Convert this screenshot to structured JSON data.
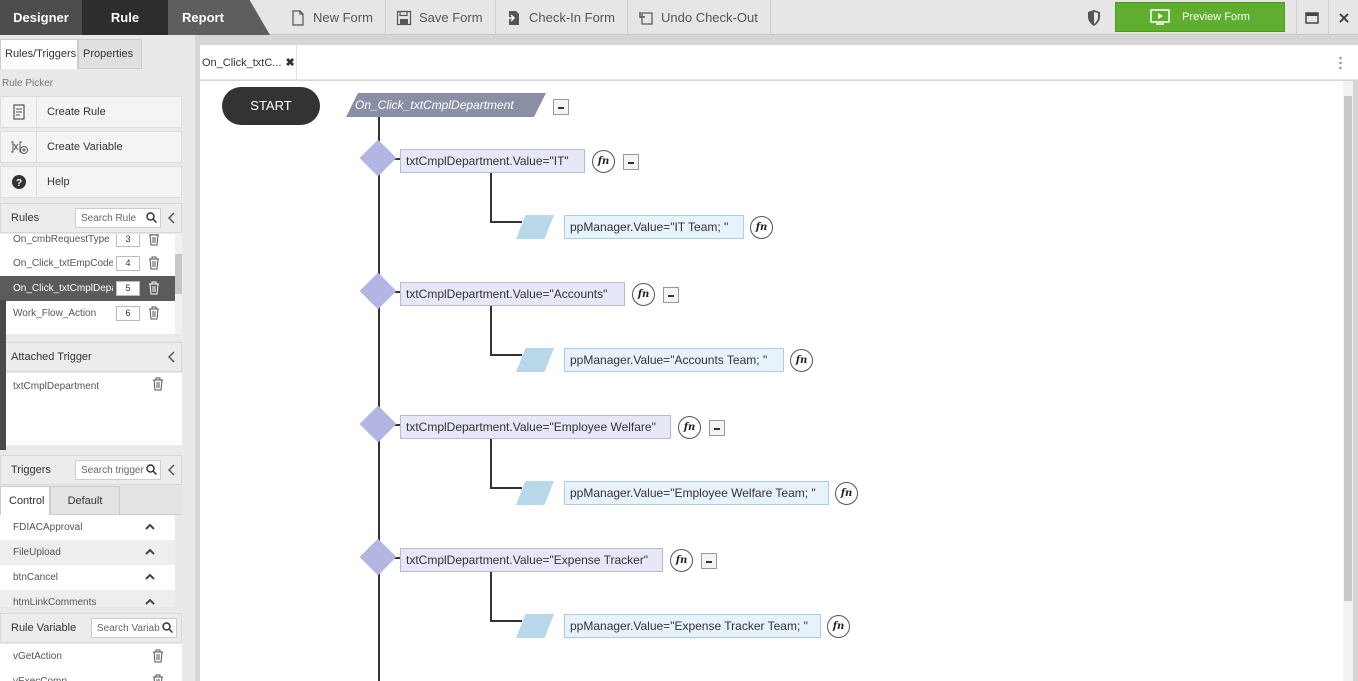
{
  "topbar": {
    "modes": [
      "Designer",
      "Rule",
      "Report"
    ],
    "new_form": "New Form",
    "save_form": "Save Form",
    "check_in": "Check-In Form",
    "undo_checkout": "Undo Check-Out",
    "preview": "Preview Form"
  },
  "left": {
    "tabs": [
      "Rules/Triggers",
      "Properties"
    ],
    "picker_label": "Rule Picker",
    "picker": [
      "Create Rule",
      "Create Variable",
      "Help"
    ],
    "rules_title": "Rules",
    "rules_search": "Search Rule",
    "rules": [
      {
        "name": "On_cmbRequestType",
        "num": "3"
      },
      {
        "name": "On_Click_txtEmpCode",
        "num": "4"
      },
      {
        "name": "On_Click_txtCmplDepartment",
        "num": "5"
      },
      {
        "name": "Work_Flow_Action",
        "num": "6"
      }
    ],
    "attached_title": "Attached Trigger",
    "attached": [
      "txtCmplDepartment"
    ],
    "triggers_title": "Triggers",
    "triggers_search": "Search trigger",
    "ctrl_tabs": [
      "Control",
      "Default"
    ],
    "triggers": [
      "FDIACApproval",
      "FileUpload",
      "btnCancel",
      "htmLinkComments"
    ],
    "var_title": "Rule Variable",
    "var_search": "Search Variab",
    "variables": [
      "vGetAction",
      "vExecComp"
    ]
  },
  "canvas": {
    "tab_label": "On_Click_txtC...",
    "start": "START",
    "rule_name": "On_Click_txtCmplDepartment",
    "fn": "fn",
    "branches": [
      {
        "cond": "txtCmplDepartment.Value=\"IT\"",
        "action": "ppManager.Value=\"IT Team; \""
      },
      {
        "cond": "txtCmplDepartment.Value=\"Accounts\"",
        "action": "ppManager.Value=\"Accounts Team; \""
      },
      {
        "cond": "txtCmplDepartment.Value=\"Employee Welfare\"",
        "action": "ppManager.Value=\"Employee Welfare Team; \""
      },
      {
        "cond": "txtCmplDepartment.Value=\"Expense Tracker\"",
        "action": "ppManager.Value=\"Expense Tracker Team; \""
      }
    ]
  },
  "colors": {
    "accent_green": "#5fae2f",
    "condition_fill": "#e6e7f7",
    "action_fill": "#e7f2fa",
    "diamond": "#b3b6e2"
  },
  "icons": [
    "new-form-icon",
    "save-icon",
    "check-in-icon",
    "undo-icon",
    "shield-icon",
    "preview-icon",
    "maximize-icon",
    "close-icon",
    "rule-icon",
    "variable-icon",
    "help-icon",
    "search-icon",
    "chevron-left-icon",
    "trash-icon",
    "chevron-up-icon",
    "kebab-icon"
  ]
}
